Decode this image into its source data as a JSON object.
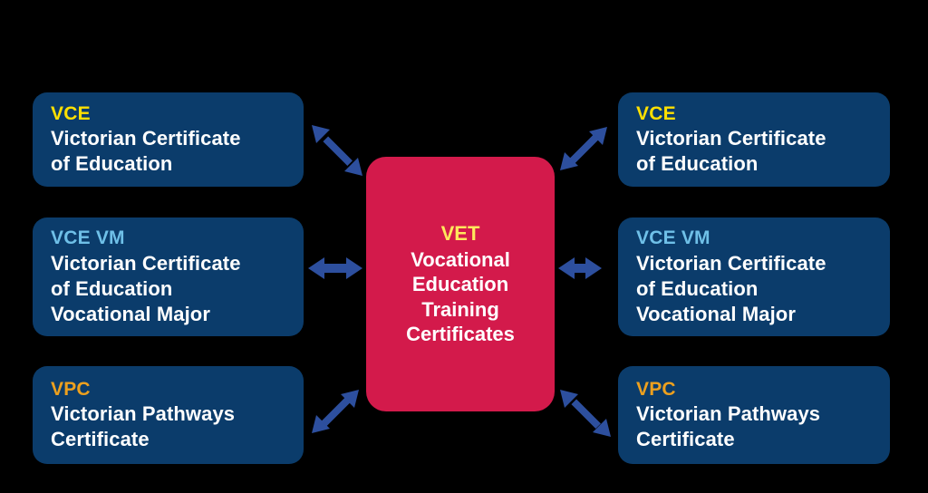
{
  "diagram": {
    "background_color": "#000000",
    "card_color": "#0b3c6b",
    "center_color": "#d31a4b",
    "arrow_color": "#2d4f9e",
    "center": {
      "code": "VET",
      "code_color": "#ffe85c",
      "title": "Vocational\nEducation\nTraining\nCertificates"
    },
    "left_cards": [
      {
        "code": "VCE",
        "code_color": "#ffe000",
        "title": "Victorian Certificate\nof Education"
      },
      {
        "code": "VCE VM",
        "code_color": "#6fc0e8",
        "title": "Victorian Certificate\nof Education\nVocational Major"
      },
      {
        "code": "VPC",
        "code_color": "#eda01e",
        "title": "Victorian Pathways\nCertificate"
      }
    ],
    "right_cards": [
      {
        "code": "VCE",
        "code_color": "#ffe000",
        "title": "Victorian Certificate\nof Education"
      },
      {
        "code": "VCE VM",
        "code_color": "#6fc0e8",
        "title": "Victorian Certificate\nof Education\nVocational Major"
      },
      {
        "code": "VPC",
        "code_color": "#eda01e",
        "title": "Victorian Pathways\nCertificate"
      }
    ],
    "arrows": [
      {
        "name": "double-arrow-up-left-down-right-icon",
        "direction": "diagonal-down-right"
      },
      {
        "name": "double-arrow-horizontal-icon",
        "direction": "horizontal"
      },
      {
        "name": "double-arrow-down-left-up-right-icon",
        "direction": "diagonal-up-right"
      },
      {
        "name": "double-arrow-down-left-up-right-icon",
        "direction": "diagonal-up-right"
      },
      {
        "name": "double-arrow-horizontal-icon",
        "direction": "horizontal"
      },
      {
        "name": "double-arrow-up-left-down-right-icon",
        "direction": "diagonal-down-right"
      }
    ]
  }
}
